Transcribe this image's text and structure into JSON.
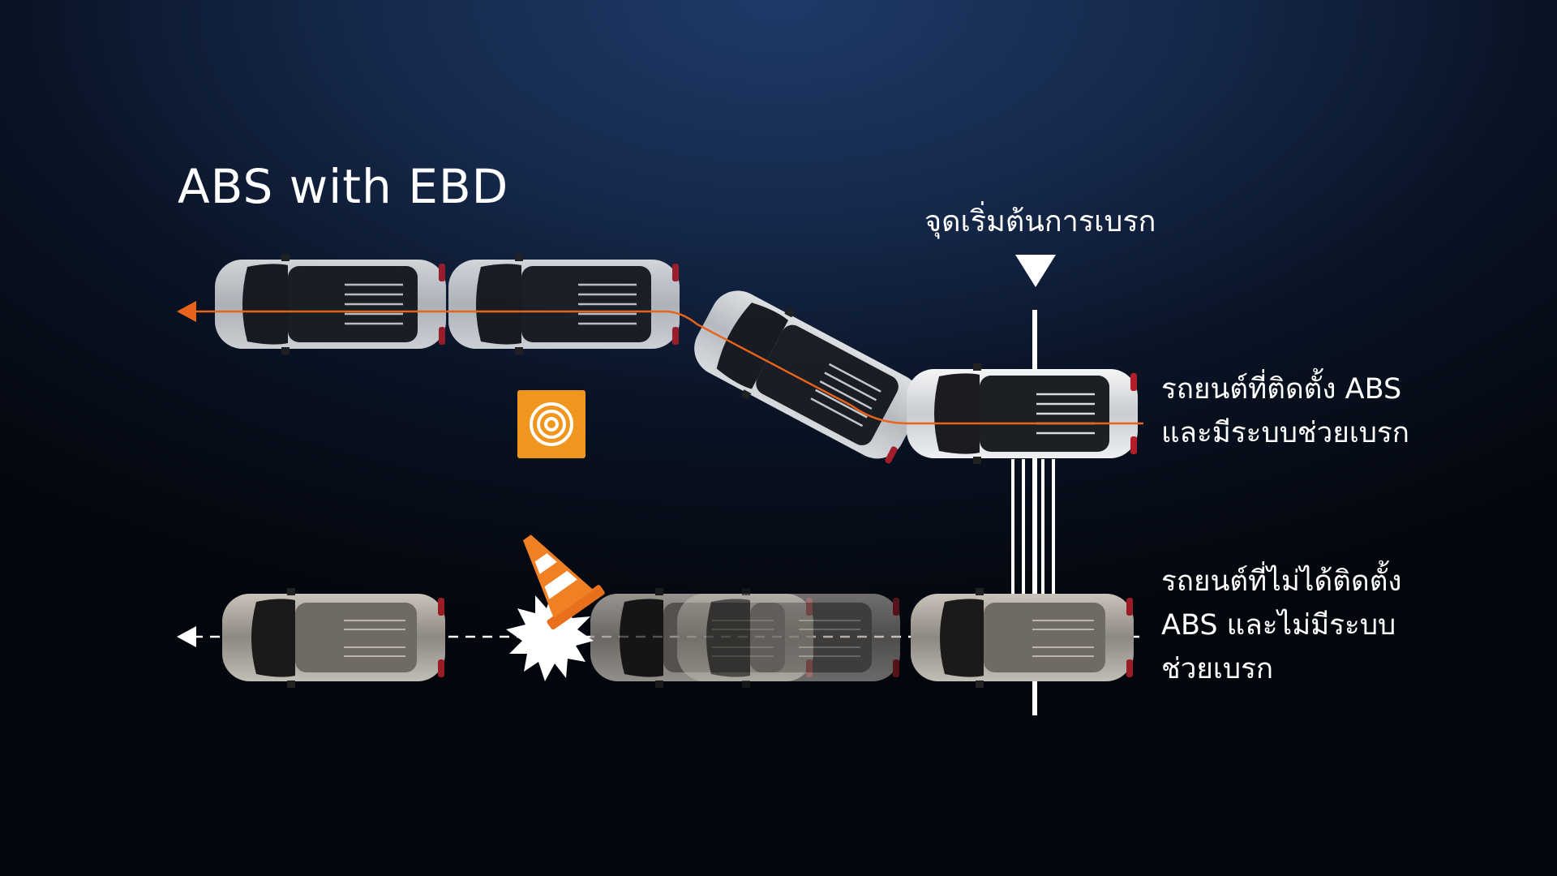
{
  "diagram": {
    "title": "ABS with EBD",
    "brake_start_label": "จุดเริ่มต้นการเบรก",
    "abs_car": {
      "caption_line1": "รถยนต์ที่ติดตั้ง ABS",
      "caption_line2": "และมีระบบช่วยเบรก"
    },
    "non_abs_car": {
      "caption_line1": "รถยนต์ที่ไม่ได้ติดตั้ง",
      "caption_line2": "ABS และไม่มีระบบ",
      "caption_line3": "ช่วยเบรก"
    },
    "icons": [
      "steering-sensor-icon",
      "traffic-cone-icon",
      "collision-burst-icon",
      "brake-point-marker-icon"
    ],
    "colors": {
      "abs_path": "#e8641c",
      "non_abs_path": "#ffffff",
      "sensor_tile": "#f0961e",
      "abs_car_body": "#d8dadd",
      "non_abs_car_body": "#a9a49d"
    }
  }
}
